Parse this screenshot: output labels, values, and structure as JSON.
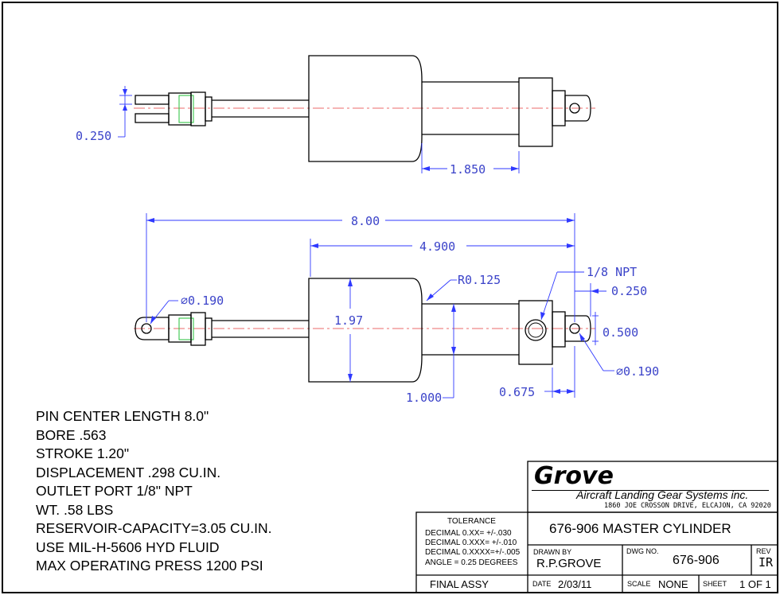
{
  "dimensions": {
    "pin_width": "0.250",
    "rod_section_length": "1.850",
    "overall_length": "8.00",
    "body_to_end_length": "4.900",
    "fillet_radius": "R0.125",
    "outlet_port": "1/8 NPT",
    "port_offset": "0.250",
    "rod_pin_hole": "⌀0.190",
    "body_height": "1.97",
    "end_height": "0.500",
    "end_pin_hole": "⌀0.190",
    "barrel_height": "1.000",
    "port_block_length": "0.675"
  },
  "notes": [
    "PIN CENTER LENGTH 8.0\"",
    "BORE .563",
    "STROKE 1.20\"",
    "DISPLACEMENT .298 CU.IN.",
    "OUTLET PORT 1/8\" NPT",
    "WT. .58 LBS",
    "RESERVOIR-CAPACITY=3.05 CU.IN.",
    "USE MIL-H-5606 HYD FLUID",
    "MAX OPERATING PRESS 1200 PSI"
  ],
  "title_block": {
    "company_logo": "Grove",
    "company_name": "Aircraft Landing Gear Systems inc.",
    "company_address": "1860 JOE CROSSON DRIVE, ELCAJON, CA 92020",
    "tolerance_heading": "TOLERANCE",
    "tolerance_lines": [
      "DECIMAL 0.XX=  +/-.030",
      "DECIMAL 0.XXX= +/-.010",
      "DECIMAL 0.XXXX=+/-.005",
      "ANGLE = 0.25 DEGREES"
    ],
    "drawing_title": "676-906 MASTER CYLINDER",
    "drawn_by_label": "DRAWN BY",
    "drawn_by": "R.P.GROVE",
    "dwg_no_label": "DWG NO.",
    "dwg_no": "676-906",
    "rev_label": "REV",
    "rev": "IR",
    "assy": "FINAL ASSY",
    "date_label": "DATE",
    "date": "2/03/11",
    "scale_label": "SCALE",
    "scale": "NONE",
    "sheet_label": "SHEET",
    "sheet": "1 OF 1"
  },
  "colors": {
    "part_lines": "#000000",
    "dimension_lines": "#2f39ff",
    "center_lines": "#e53a3a",
    "thread_lines": "#23c23a"
  }
}
